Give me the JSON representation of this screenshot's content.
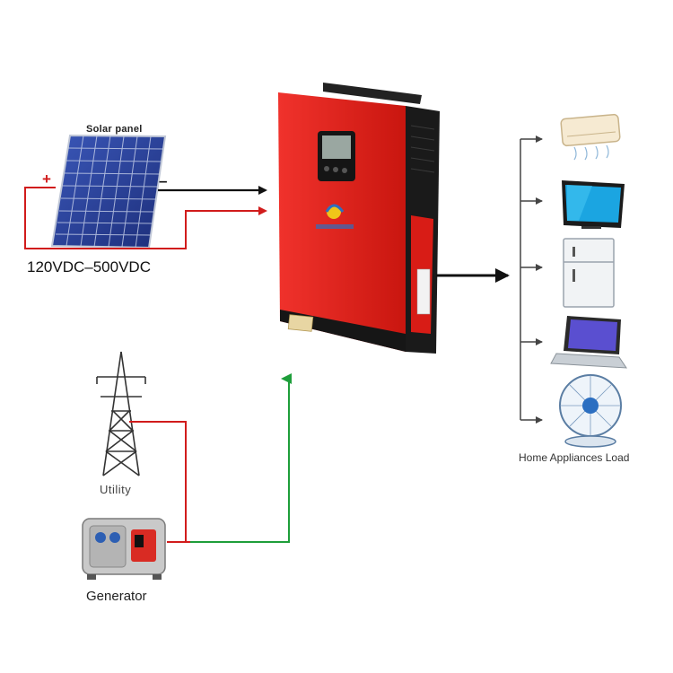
{
  "labels": {
    "solar_panel": "Solar panel",
    "voltage_range": "120VDC–500VDC",
    "utility": "Utility",
    "generator": "Generator",
    "load": "Home Appliances Load",
    "pv_plus": "+",
    "pv_minus": "–"
  },
  "colors": {
    "inverter_body": "#e0201e",
    "dc_positive_wire": "#d11c1c",
    "dc_negative_wire": "#111111",
    "ac_input_wire": "#1e9e3a",
    "source_wire": "#d11c1c",
    "load_bus": "#444444"
  },
  "icons": {
    "solar": "solar-panel-icon",
    "inverter": "solar-inverter-icon",
    "utility": "transmission-tower-icon",
    "generator": "generator-icon",
    "appliances": [
      "air-conditioner-icon",
      "television-icon",
      "refrigerator-icon",
      "laptop-icon",
      "fan-icon"
    ]
  }
}
